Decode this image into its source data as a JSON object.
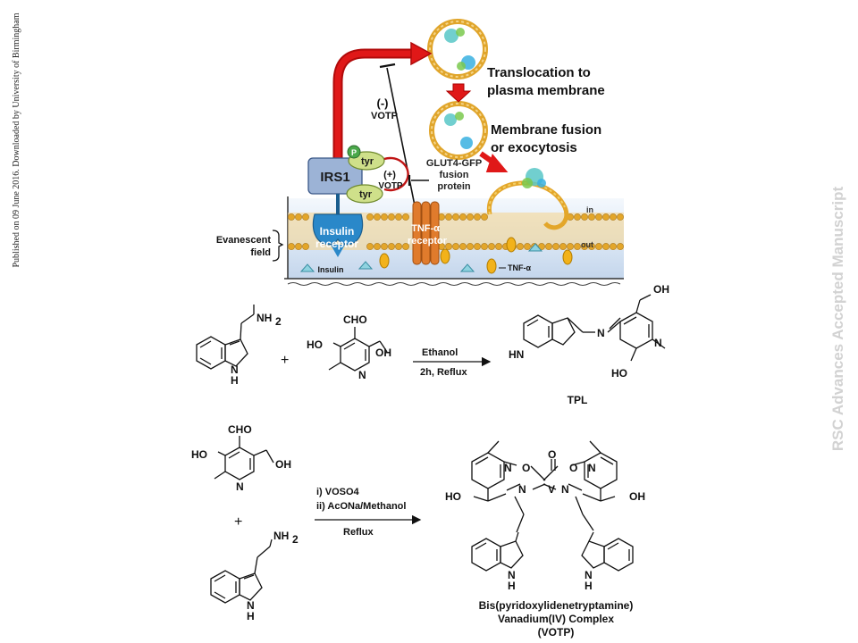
{
  "side_text": {
    "left": "Published on 09 June 2016. Downloaded by University of Birmingham",
    "right": "RSC Advances Accepted Manuscript"
  },
  "bio": {
    "translocation": [
      "Translocation to",
      "plasma membrane"
    ],
    "fusion": [
      "Membrane fusion",
      "or exocytosis"
    ],
    "glut4": [
      "GLUT4-GFP",
      "fusion",
      "protein"
    ],
    "irs1": "IRS1",
    "p": "P",
    "tyr": "tyr",
    "plus": "(+)",
    "minus": "(-)",
    "votp": "VOTP",
    "evanescent": [
      "Evanescent",
      "field"
    ],
    "insulin_receptor": [
      "Insulin",
      "receptor"
    ],
    "tnf_receptor": [
      "TNF-α",
      "receptor"
    ],
    "insulin": "Insulin",
    "tnf": "TNF-α",
    "in": "in",
    "out": "out"
  },
  "scheme1": {
    "nh2": "NH",
    "nh2_sub": "2",
    "h": "H",
    "n": "N",
    "cho": "CHO",
    "ho": "HO",
    "oh": "OH",
    "hn": "HN",
    "plus": "+",
    "reagent": "Ethanol",
    "conditions": "2h, Reflux",
    "product": "TPL"
  },
  "scheme2": {
    "cho": "CHO",
    "ho": "HO",
    "oh": "OH",
    "n": "N",
    "h": "H",
    "nh2": "NH",
    "nh2_sub": "2",
    "plus": "+",
    "step1": "i) VOSO4",
    "step2": "ii) AcONa/Methanol",
    "conditions": "Reflux",
    "o": "O",
    "v": "V",
    "product": [
      "Bis(pyridoxylidenetryptamine)",
      "Vanadium(IV) Complex",
      "(VOTP)"
    ]
  },
  "colors": {
    "arrow_red": "#d41414",
    "membrane_gold": "#e3a62a",
    "irs_box": "#9cb3d6",
    "tyr_green": "#cfe08a",
    "tnf_orange": "#e07b2c",
    "insulin_blue": "#2a88c9"
  }
}
